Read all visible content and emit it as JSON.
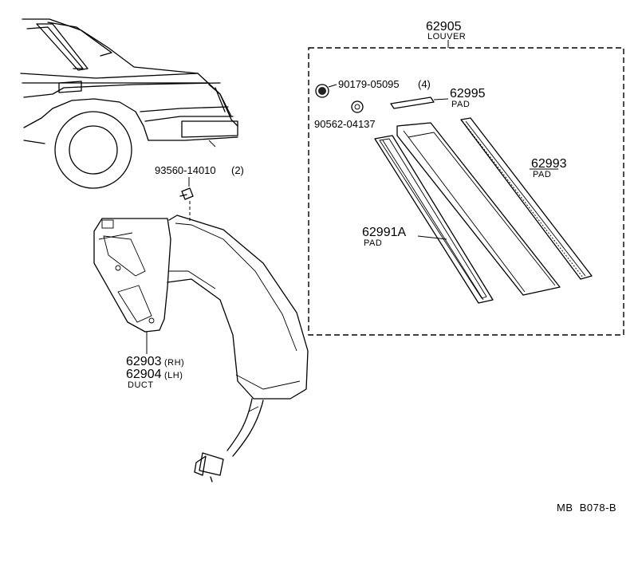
{
  "labels": {
    "louver": {
      "number": "62905",
      "name": "LOUVER"
    },
    "clip": {
      "number": "90179-05095",
      "qty": "(4)"
    },
    "pad_small": {
      "number": "62995",
      "name": "PAD"
    },
    "washer": {
      "number": "90562-04137"
    },
    "pad_right": {
      "number": "62993",
      "name": "PAD"
    },
    "pad_left": {
      "number": "62991A",
      "name": "PAD"
    },
    "screw": {
      "number": "93560-14010",
      "qty": "(2)"
    },
    "duct_rh": {
      "number": "62903",
      "side": "(RH)"
    },
    "duct_lh": {
      "number": "62904",
      "side": "(LH)"
    },
    "duct_name": "DUCT"
  },
  "reference_code": "MB  B078-B"
}
